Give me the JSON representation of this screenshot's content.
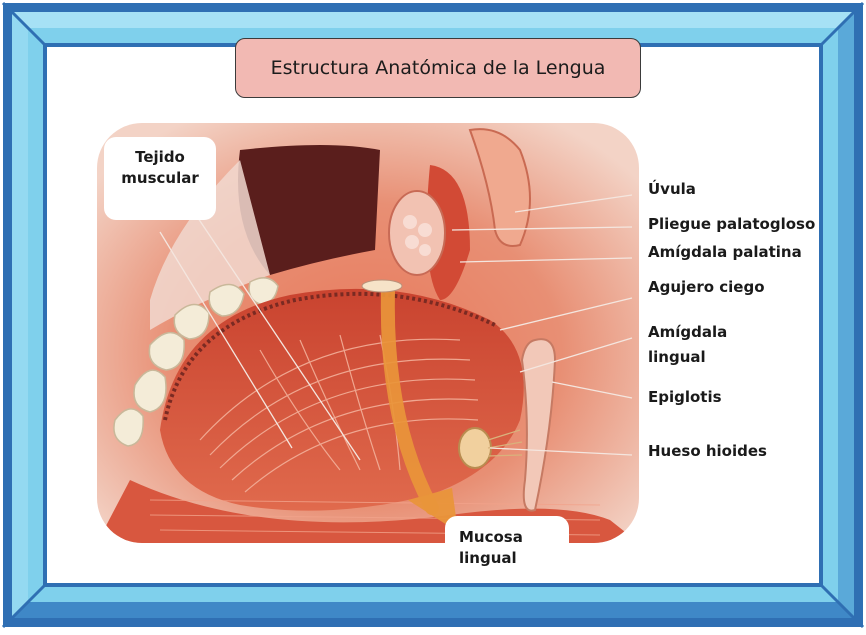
{
  "title": "Estructura Anatómica de la Lengua",
  "colors": {
    "frame_outer": "#2f6fb3",
    "frame_inner": "#7fd0ec",
    "title_fill": "#f2b9b3",
    "tongue": "#d9553f",
    "muscle": "#e88a6e",
    "arrow": "#e9953a"
  },
  "labels": {
    "tejido_muscular": [
      "Tejido",
      "muscular"
    ],
    "uvula": "Úvula",
    "pliegue_palatogloso": "Pliegue palatogloso",
    "amigdala_palatina": "Amígdala palatina",
    "agujero_ciego": "Agujero ciego",
    "amigdala_lingual": [
      "Amígdala",
      "lingual"
    ],
    "epiglotis": "Epiglotis",
    "hueso_hioides": "Hueso hioides",
    "mucosa_lingual": [
      "Mucosa",
      "lingual"
    ]
  }
}
